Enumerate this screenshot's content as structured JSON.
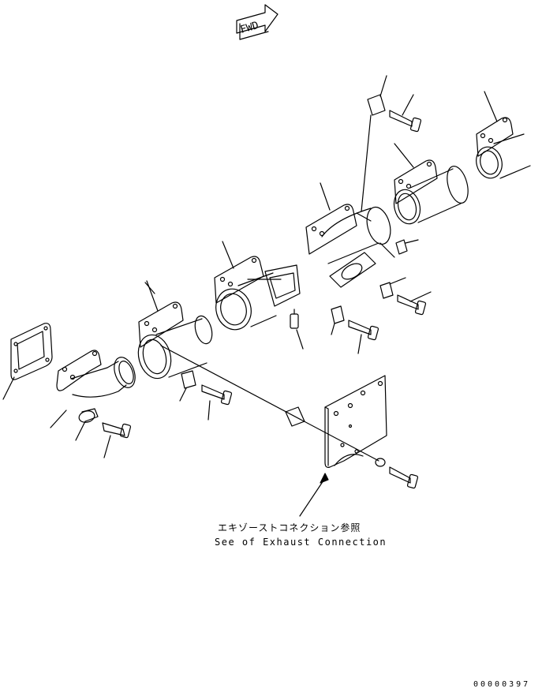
{
  "direction_marker": {
    "label": "FWD"
  },
  "reference_note": {
    "japanese": "エキゾーストコネクション参照",
    "english": "See of Exhaust Connection"
  },
  "drawing_number": "00000397",
  "colors": {
    "line": "#000000",
    "background": "#ffffff"
  }
}
